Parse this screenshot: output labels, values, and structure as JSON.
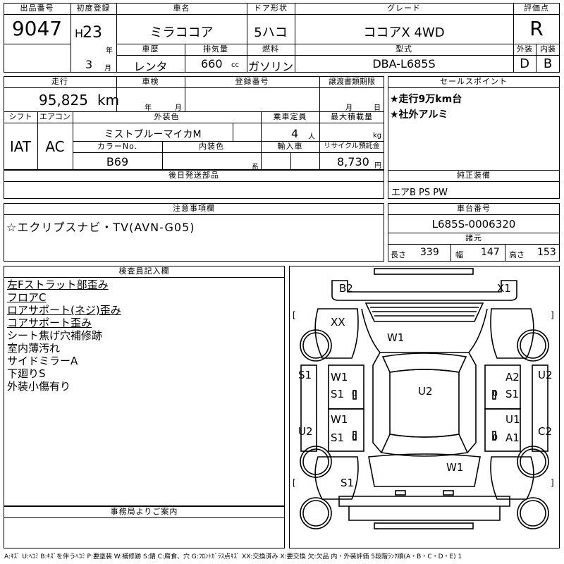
{
  "header": {
    "lot_no_label": "出品番号",
    "lot_no": "9047",
    "first_reg_label": "初度登録",
    "era": "H",
    "year": "23",
    "year_unit": "年",
    "month": "3",
    "month_unit": "月",
    "car_name_label": "車名",
    "car_name": "ミラココア",
    "door_label": "ドア形状",
    "door": "5ハコ",
    "grade_label": "グレード",
    "grade": "ココアX 4WD",
    "score_label": "評価点",
    "score": "R",
    "history_label": "車歴",
    "history": "レンタ",
    "displacement_label": "排気量",
    "displacement": "660",
    "displacement_unit": "cc",
    "fuel_label": "燃料",
    "fuel": "ガソリン",
    "model_label": "型式",
    "model": "DBA-L685S",
    "exterior_label": "外装",
    "interior_label": "内装",
    "exterior_grade": "D",
    "interior_grade": "B"
  },
  "details": {
    "mileage_label": "走行",
    "mileage": "95,825",
    "mileage_unit": "km",
    "inspection_label": "車検",
    "inspection_year_unit": "年",
    "inspection_month_unit": "月",
    "reg_no_label": "登録番号",
    "transfer_label": "譲渡書類期限",
    "transfer_month_unit": "月",
    "transfer_day_unit": "日",
    "shift_label": "シフト",
    "shift": "IAT",
    "ac_label": "エアコン",
    "ac": "AC",
    "ext_color_label": "外装色",
    "ext_color": "ミストブルーマイカM",
    "capacity_label": "乗車定員",
    "capacity": "4",
    "capacity_unit": "人",
    "load_label": "最大積載量",
    "load_unit": "kg",
    "color_no_label": "カラーNo.",
    "color_no": "B69",
    "int_color_label": "内装色",
    "int_color_unit": "系",
    "import_label": "輸入車",
    "recycle_label": "リサイクル預託金",
    "recycle": "8,730",
    "recycle_unit": "円",
    "later_parts_label": "後日発送部品"
  },
  "sales_points": {
    "label": "セールスポイント",
    "items": [
      "★走行9万km台",
      "★社外アルミ"
    ]
  },
  "equipment": {
    "label": "純正装備",
    "value": "エアB PS PW"
  },
  "caution": {
    "label": "注意事項欄",
    "value": "☆エクリプスナビ・TV(AVN-G05)"
  },
  "chassis": {
    "label": "車台番号",
    "value": "L685S-0006320",
    "spec_label": "諸元",
    "length_label": "長さ",
    "length": "339",
    "width_label": "幅",
    "width": "147",
    "height_label": "高さ",
    "height": "153"
  },
  "inspector": {
    "label": "検査員記入欄",
    "notes": [
      "左Fストラット部歪み",
      "フロアC",
      "ロアサポート(ネジ)歪み",
      "コアサポート歪み",
      "シート焦げ穴補修跡",
      "室内薄汚れ",
      "サイドミラーA",
      "下廻りS",
      "外装小傷有り"
    ]
  },
  "office": {
    "label": "事務局よりご案内"
  },
  "diagram": {
    "b2": "B2",
    "x1": "X1",
    "xx": "XX",
    "w1_hood": "W1",
    "s1_left": "S1",
    "w1_fl": "W1",
    "s1_fl": "S1",
    "zero_fl": "0",
    "u2_roof": "U2",
    "a2_fr": "A2",
    "s1_fr": "S1",
    "zero_fr": "0",
    "u2_right": "U2",
    "u2_left": "U2",
    "w1_rl": "W1",
    "s1_rl": "S1",
    "zero_rl": "0",
    "u1_rr": "U1",
    "a1_rr": "A1",
    "zero_rr": "0",
    "c2_right": "C2",
    "w1_rear": "W1",
    "s1_rear": "S1",
    "bracket_l1": "[",
    "bracket_r1": "]",
    "bracket_l2": "[",
    "bracket_r2": "]"
  },
  "footer": {
    "legend": "A:ｷｽﾞ U:ﾍｺﾐ B:ｷｽﾞを伴うﾍｺﾐ P:要塗装 W:補修跡 S:錆 C:腐食、穴 G:ﾌﾛﾝﾄｶﾞﾗｽ点ｷｽﾞ XX:交換済み X:要交換 欠:欠品 内・外装評価 5段階ﾗﾝｸ順(A・B・C・D・E) 1"
  }
}
